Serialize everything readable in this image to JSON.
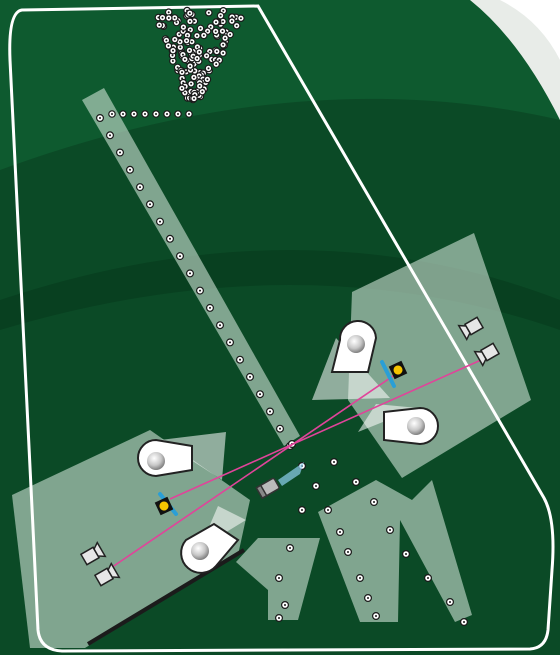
{
  "scene": {
    "background_color": "#0b4a26",
    "panel_color": "#cfe3d6",
    "outline_color": "#ffffff",
    "beam_color": "#e0449a",
    "lens_color": "#2a9fd6",
    "sensor_color": "#f5c400"
  },
  "particles": {
    "feed_line_count": 20,
    "center_count": 7,
    "exit_left_count": 4,
    "exit_right_count": 11
  },
  "icons": {
    "camera": "camera-icon",
    "emitter": "light-emitter-icon",
    "sensor": "optical-sensor-icon",
    "lamp": "lamp-icon",
    "particle": "particle-icon"
  }
}
